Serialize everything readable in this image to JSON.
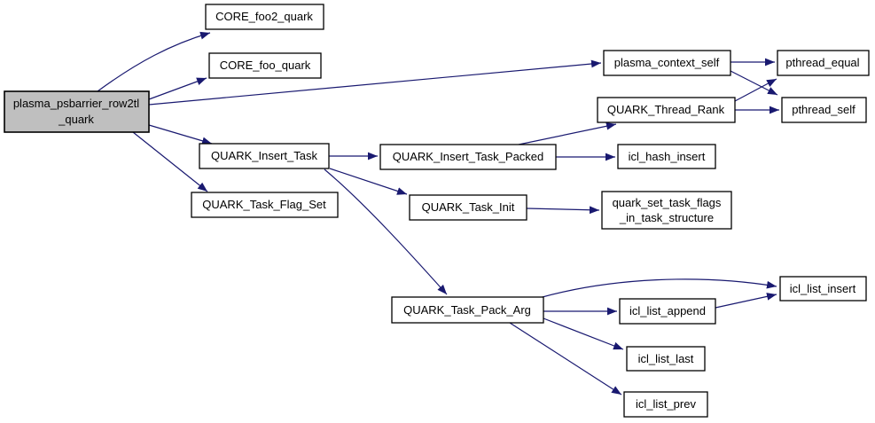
{
  "diagram": {
    "type": "call-graph",
    "colors": {
      "edge": "#191970",
      "node_fill": "#ffffff",
      "node_border": "#000000",
      "root_node_fill": "#bfbfbf",
      "background": "#ffffff"
    }
  },
  "nodes": {
    "root": {
      "label_line1": "plasma_psbarrier_row2tl",
      "label_line2": "_quark"
    },
    "core_foo2_quark": {
      "label": "CORE_foo2_quark"
    },
    "core_foo_quark": {
      "label": "CORE_foo_quark"
    },
    "quark_insert_task": {
      "label": "QUARK_Insert_Task"
    },
    "quark_task_flag_set": {
      "label": "QUARK_Task_Flag_Set"
    },
    "quark_insert_task_packed": {
      "label": "QUARK_Insert_Task_Packed"
    },
    "quark_task_init": {
      "label": "QUARK_Task_Init"
    },
    "plasma_context_self": {
      "label": "plasma_context_self"
    },
    "pthread_equal": {
      "label": "pthread_equal"
    },
    "quark_thread_rank": {
      "label": "QUARK_Thread_Rank"
    },
    "pthread_self": {
      "label": "pthread_self"
    },
    "icl_hash_insert": {
      "label": "icl_hash_insert"
    },
    "quark_set_task_flags": {
      "label_line1": "quark_set_task_flags",
      "label_line2": "_in_task_structure"
    },
    "quark_task_pack_arg": {
      "label": "QUARK_Task_Pack_Arg"
    },
    "icl_list_insert": {
      "label": "icl_list_insert"
    },
    "icl_list_append": {
      "label": "icl_list_append"
    },
    "icl_list_last": {
      "label": "icl_list_last"
    },
    "icl_list_prev": {
      "label": "icl_list_prev"
    }
  },
  "edges": [
    {
      "from": "plasma_psbarrier_row2tl_quark",
      "to": "CORE_foo2_quark"
    },
    {
      "from": "plasma_psbarrier_row2tl_quark",
      "to": "CORE_foo_quark"
    },
    {
      "from": "plasma_psbarrier_row2tl_quark",
      "to": "plasma_context_self"
    },
    {
      "from": "plasma_psbarrier_row2tl_quark",
      "to": "QUARK_Insert_Task"
    },
    {
      "from": "plasma_psbarrier_row2tl_quark",
      "to": "QUARK_Task_Flag_Set"
    },
    {
      "from": "QUARK_Insert_Task",
      "to": "QUARK_Insert_Task_Packed"
    },
    {
      "from": "QUARK_Insert_Task",
      "to": "QUARK_Task_Init"
    },
    {
      "from": "QUARK_Insert_Task",
      "to": "QUARK_Task_Pack_Arg"
    },
    {
      "from": "QUARK_Insert_Task_Packed",
      "to": "QUARK_Thread_Rank"
    },
    {
      "from": "QUARK_Insert_Task_Packed",
      "to": "icl_hash_insert"
    },
    {
      "from": "QUARK_Task_Init",
      "to": "quark_set_task_flags_in_task_structure"
    },
    {
      "from": "plasma_context_self",
      "to": "pthread_equal"
    },
    {
      "from": "plasma_context_self",
      "to": "pthread_self"
    },
    {
      "from": "QUARK_Thread_Rank",
      "to": "pthread_equal"
    },
    {
      "from": "QUARK_Thread_Rank",
      "to": "pthread_self"
    },
    {
      "from": "QUARK_Task_Pack_Arg",
      "to": "icl_list_insert"
    },
    {
      "from": "QUARK_Task_Pack_Arg",
      "to": "icl_list_append"
    },
    {
      "from": "QUARK_Task_Pack_Arg",
      "to": "icl_list_last"
    },
    {
      "from": "QUARK_Task_Pack_Arg",
      "to": "icl_list_prev"
    },
    {
      "from": "icl_list_append",
      "to": "icl_list_insert"
    }
  ]
}
